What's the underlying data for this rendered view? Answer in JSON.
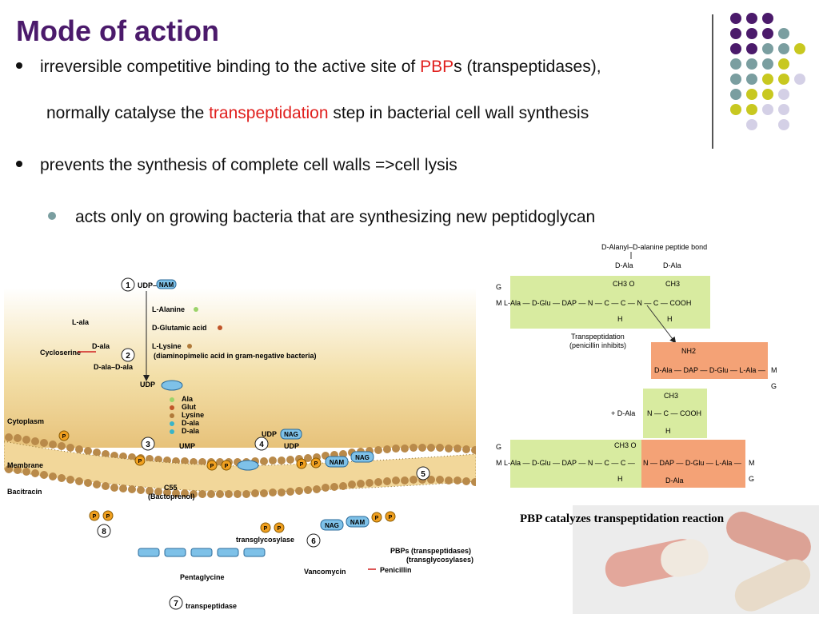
{
  "slide": {
    "title": "Mode of action",
    "bullet1_pre": "irreversible competitive binding to the active site of ",
    "bullet1_pbp": "PBP",
    "bullet1_post": "s (transpeptidases),",
    "bullet1b_pre": "normally catalyse the ",
    "bullet1b_red": "transpeptidation",
    "bullet1b_post": " step in bacterial cell wall synthesis",
    "bullet2": "prevents the synthesis of complete cell walls =>cell lysis",
    "bullet3": "acts only on growing bacteria that are synthesizing new peptidoglycan",
    "caption": "PBP catalyzes transpeptidation reaction"
  },
  "colors": {
    "title": "#4b1a6b",
    "highlight": "#e0201e",
    "dot_purple": "#4b1a6b",
    "dot_teal": "#7a9ea0",
    "dot_yellow": "#c8c820",
    "dot_lavender": "#d4d0e6",
    "green_box": "#d8eba0",
    "orange_box": "#f4a276"
  },
  "pathway": {
    "step1": "1",
    "step2": "2",
    "step3": "3",
    "step4": "4",
    "step5": "5",
    "step6": "6",
    "step7": "7",
    "step8": "8",
    "udp_nam": "UDP–",
    "nam": "NAM",
    "l_alanine": "L-Alanine",
    "d_glutamic": "D-Glutamic acid",
    "l_lysine": "L-Lysine",
    "dap_note": "(diaminopimelic acid in gram-negative bacteria)",
    "l_ala": "L-ala",
    "d_ala": "D-ala",
    "cycloserine": "Cycloserine",
    "d_ala_d_ala": "D-ala–D-ala",
    "udp": "UDP",
    "ala": "Ala",
    "glut": "Glut",
    "lysine": "Lysine",
    "dala1": "D-ala",
    "dala2": "D-ala",
    "ump": "UMP",
    "cytoplasm": "Cytoplasm",
    "membrane": "Membrane",
    "bacitracin": "Bacitracin",
    "c55": "C55",
    "bactoprenol": "(Bactoprenol)",
    "udp2": "UDP",
    "nag": "NAG",
    "udp3": "UDP",
    "nam2": "NAM",
    "nag2": "NAG",
    "nag3": "NAG",
    "nam3": "NAM",
    "p": "P",
    "transglycosylase": "transglycosylase",
    "pbps": "PBPs (transpeptidases)",
    "transglycosylases": "(transglycosylases)",
    "penicillin": "Penicillin",
    "vancomycin": "Vancomycin",
    "pentaglycine": "Pentaglycine",
    "transpeptidase": "transpeptidase"
  },
  "reaction": {
    "bond_label": "D-Alanyl–D-alanine peptide bond",
    "dala_a": "D-Ala",
    "dala_b": "D-Ala",
    "g": "G",
    "m": "M",
    "chain1": "L-Ala — D-Glu — DAP — N — C — C — N — C — COOH",
    "ch3o": "CH3 O",
    "ch3": "CH3",
    "h": "H",
    "transpep": "Transpeptidation",
    "pen_inhib": "(penicillin inhibits)",
    "nh2": "NH2",
    "chain2": "D-Ala — DAP — D-Glu — L-Ala —",
    "plus_dala": "+  D-Ala",
    "nc_cooh": "N — C — COOH",
    "chain3a": "L-Ala — D-Glu — DAP — N — C — C —",
    "chain3b": "N — DAP — D-Glu — L-Ala —",
    "dala_bottom": "D-Ala"
  }
}
